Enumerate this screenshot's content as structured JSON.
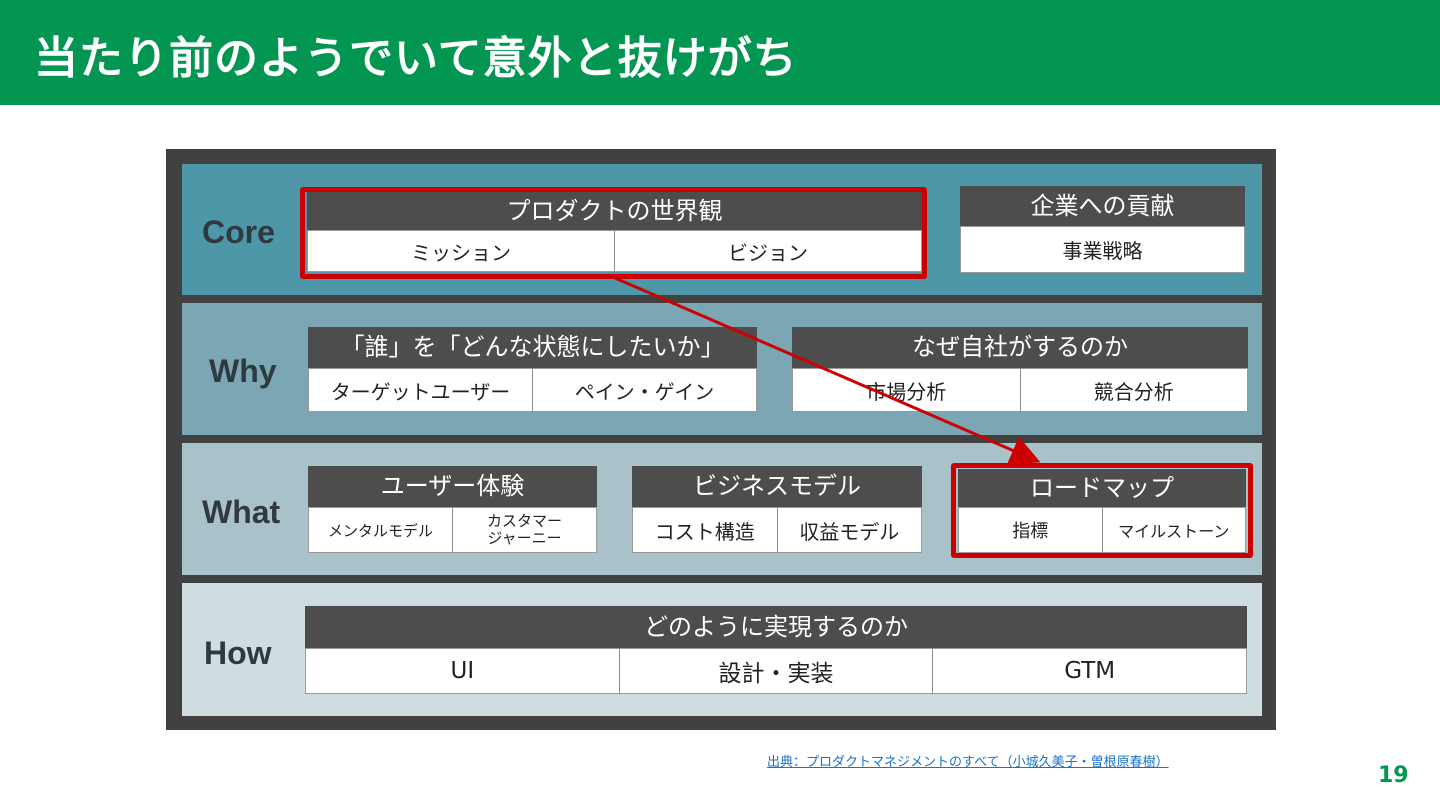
{
  "slide": {
    "title": "当たり前のようでいて意外と抜けがち",
    "page_number": "19",
    "citation": "出典：プロダクトマネジメントのすべて（小城久美子・曽根原春樹）"
  },
  "layers": {
    "core": {
      "label": "Core",
      "world_view": {
        "title": "プロダクトの世界観",
        "items": [
          "ミッション",
          "ビジョン"
        ]
      },
      "company": {
        "title": "企業への貢献",
        "items": [
          "事業戦略"
        ]
      }
    },
    "why": {
      "label": "Why",
      "who": {
        "title": "「誰」を「どんな状態にしたいか」",
        "items": [
          "ターゲットユーザー",
          "ペイン・ゲイン"
        ]
      },
      "reason": {
        "title": "なぜ自社がするのか",
        "items": [
          "市場分析",
          "競合分析"
        ]
      }
    },
    "what": {
      "label": "What",
      "ux": {
        "title": "ユーザー体験",
        "items": [
          "メンタルモデル",
          "カスタマー",
          "ジャーニー"
        ]
      },
      "business": {
        "title": "ビジネスモデル",
        "items": [
          "コスト構造",
          "収益モデル"
        ]
      },
      "roadmap": {
        "title": "ロードマップ",
        "items": [
          "指標",
          "マイルストーン"
        ]
      }
    },
    "how": {
      "label": "How",
      "realize": {
        "title": "どのように実現するのか",
        "items": [
          "UI",
          "設計・実装",
          "GTM"
        ]
      }
    }
  },
  "colors": {
    "header_green": "#039652",
    "core_band": "#4e97a8",
    "why_band": "#7ba6b3",
    "what_band": "#a9c1c9",
    "how_band": "#cfdde1",
    "highlight_red": "#cc0000"
  }
}
